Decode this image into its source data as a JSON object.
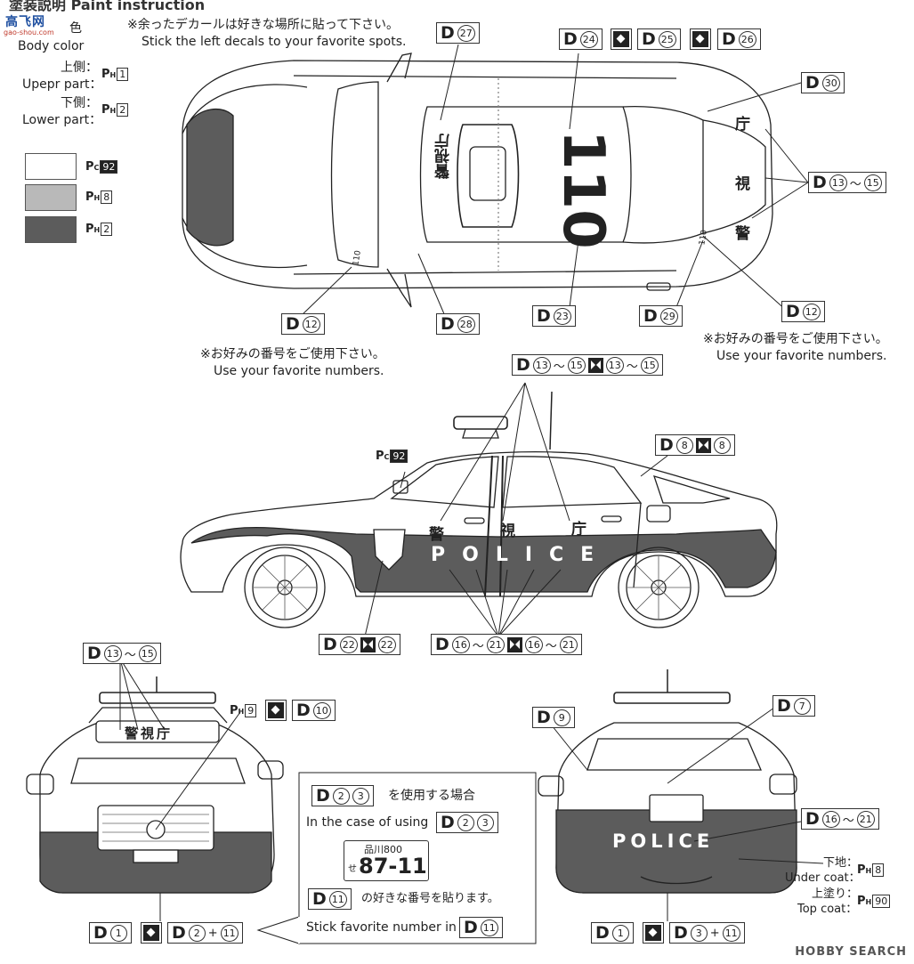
{
  "header": {
    "title": "塗装説明 Paint instruction"
  },
  "watermark": {
    "brand": "高飞网",
    "sub": "gao-shou.com",
    "footer": "HOBBY SEARCH"
  },
  "legend": {
    "body_color_jp": "色",
    "body_color_en": "Body color",
    "upper_jp": "上側：",
    "upper_en": "Upepr part：",
    "upper_code": "1",
    "lower_jp": "下側：",
    "lower_en": "Lower part：",
    "lower_code": "2",
    "paint_prefix_h": "P",
    "paint_sub_h": "H",
    "paint_sub_c": "C",
    "swatches": [
      {
        "color": "#ffffff",
        "code": "92",
        "type": "C"
      },
      {
        "color": "#b9b9b9",
        "code": "8",
        "type": "H"
      },
      {
        "color": "#5c5c5c",
        "code": "2",
        "type": "H"
      }
    ]
  },
  "notes": {
    "left_decals_jp": "※余ったデカールは好きな場所に貼って下さい。",
    "left_decals_en": "Stick the left decals to your favorite spots.",
    "fav_num_jp": "※お好みの番号をご使用下さい。",
    "fav_num_en": "Use your favorite numbers.",
    "case_using_jp": "を使用する場合",
    "case_using_en": "In the case of using",
    "plate_top": "品川800",
    "plate_main": "87-11",
    "plate_kana": "せ",
    "stick_fav_jp": "の好きな番号を貼ります。",
    "stick_fav_en": "Stick favorite number in",
    "under_coat_jp": "下地：",
    "under_coat_en": "Under coat：",
    "under_coat_code": "8",
    "top_coat_jp": "上塗り：",
    "top_coat_en": "Top coat：",
    "top_coat_code": "90"
  },
  "decals": {
    "d27": "27",
    "d24": "24",
    "d25": "25",
    "d26": "26",
    "d30": "30",
    "d13_15_a": "13",
    "d13_15_b": "15",
    "d12": "12",
    "d28": "28",
    "d23": "23",
    "d29": "29",
    "d8": "8",
    "d22": "22",
    "d16": "16",
    "d21": "21",
    "d9": "9",
    "d10": "10",
    "d7": "7",
    "d1": "1",
    "d2": "2",
    "d3": "3",
    "d11": "11",
    "tilde": "～",
    "plus": "+"
  },
  "car_text": {
    "roof_number": "110",
    "roof_kanji": "警視庁",
    "police": "POLICE",
    "small_110": "110",
    "side_kanji_1": "警",
    "side_kanji_2": "視",
    "side_kanji_3": "庁",
    "trunk_kanji_1": "庁",
    "trunk_kanji_2": "視",
    "trunk_kanji_3": "警"
  },
  "paint_refs": {
    "pc92": "92",
    "ph9": "9"
  }
}
